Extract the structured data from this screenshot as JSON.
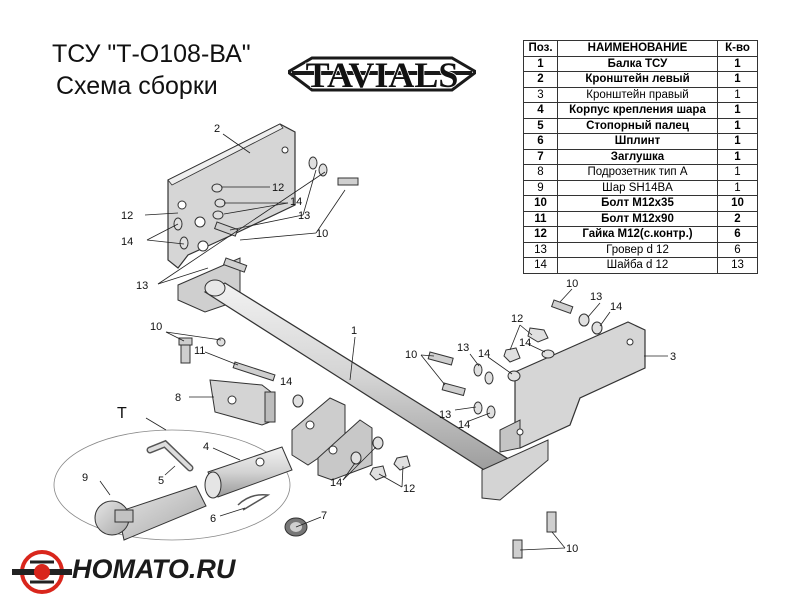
{
  "title_line1": "ТСУ  \"Т-О108-ВА\"",
  "title_line2": "Схема сборки",
  "logo_text": "TAVIALS",
  "table": {
    "headers": [
      "Поз.",
      "НАИМЕНОВАНИЕ",
      "К-во"
    ],
    "rows": [
      {
        "pos": "1",
        "name": "Балка ТСУ",
        "qty": "1",
        "bold": true
      },
      {
        "pos": "2",
        "name": "Кронштейн левый",
        "qty": "1",
        "bold": true
      },
      {
        "pos": "3",
        "name": "Кронштейн правый",
        "qty": "1",
        "bold": false
      },
      {
        "pos": "4",
        "name": "Корпус крепления шара",
        "qty": "1",
        "bold": true
      },
      {
        "pos": "5",
        "name": "Стопорный палец",
        "qty": "1",
        "bold": true
      },
      {
        "pos": "6",
        "name": "Шплинт",
        "qty": "1",
        "bold": true
      },
      {
        "pos": "7",
        "name": "Заглушка",
        "qty": "1",
        "bold": true
      },
      {
        "pos": "8",
        "name": "Подрозетник тип А",
        "qty": "1",
        "bold": false
      },
      {
        "pos": "9",
        "name": "Шар SH14BA",
        "qty": "1",
        "bold": false
      },
      {
        "pos": "10",
        "name": "Болт М12х35",
        "qty": "10",
        "bold": true
      },
      {
        "pos": "11",
        "name": "Болт М12х90",
        "qty": "2",
        "bold": true
      },
      {
        "pos": "12",
        "name": "Гайка М12(с.контр.)",
        "qty": "6",
        "bold": true
      },
      {
        "pos": "13",
        "name": "Гровер d 12",
        "qty": "6",
        "bold": false
      },
      {
        "pos": "14",
        "name": "Шайба d 12",
        "qty": "13",
        "bold": false
      }
    ]
  },
  "callouts": {
    "c1": "1",
    "c2": "2",
    "c3": "3",
    "c4": "4",
    "c5": "5",
    "c6": "6",
    "c7": "7",
    "c8": "8",
    "c9": "9",
    "c10": "10",
    "c11": "11",
    "c12": "12",
    "c13": "13",
    "c14": "14"
  },
  "kit_label": "Т",
  "brand_text": "НОМАТО.RU",
  "colors": {
    "part_fill": "#d9d9d9",
    "part_stroke": "#333333",
    "accent": "#d9261c",
    "leader": "#222222"
  }
}
